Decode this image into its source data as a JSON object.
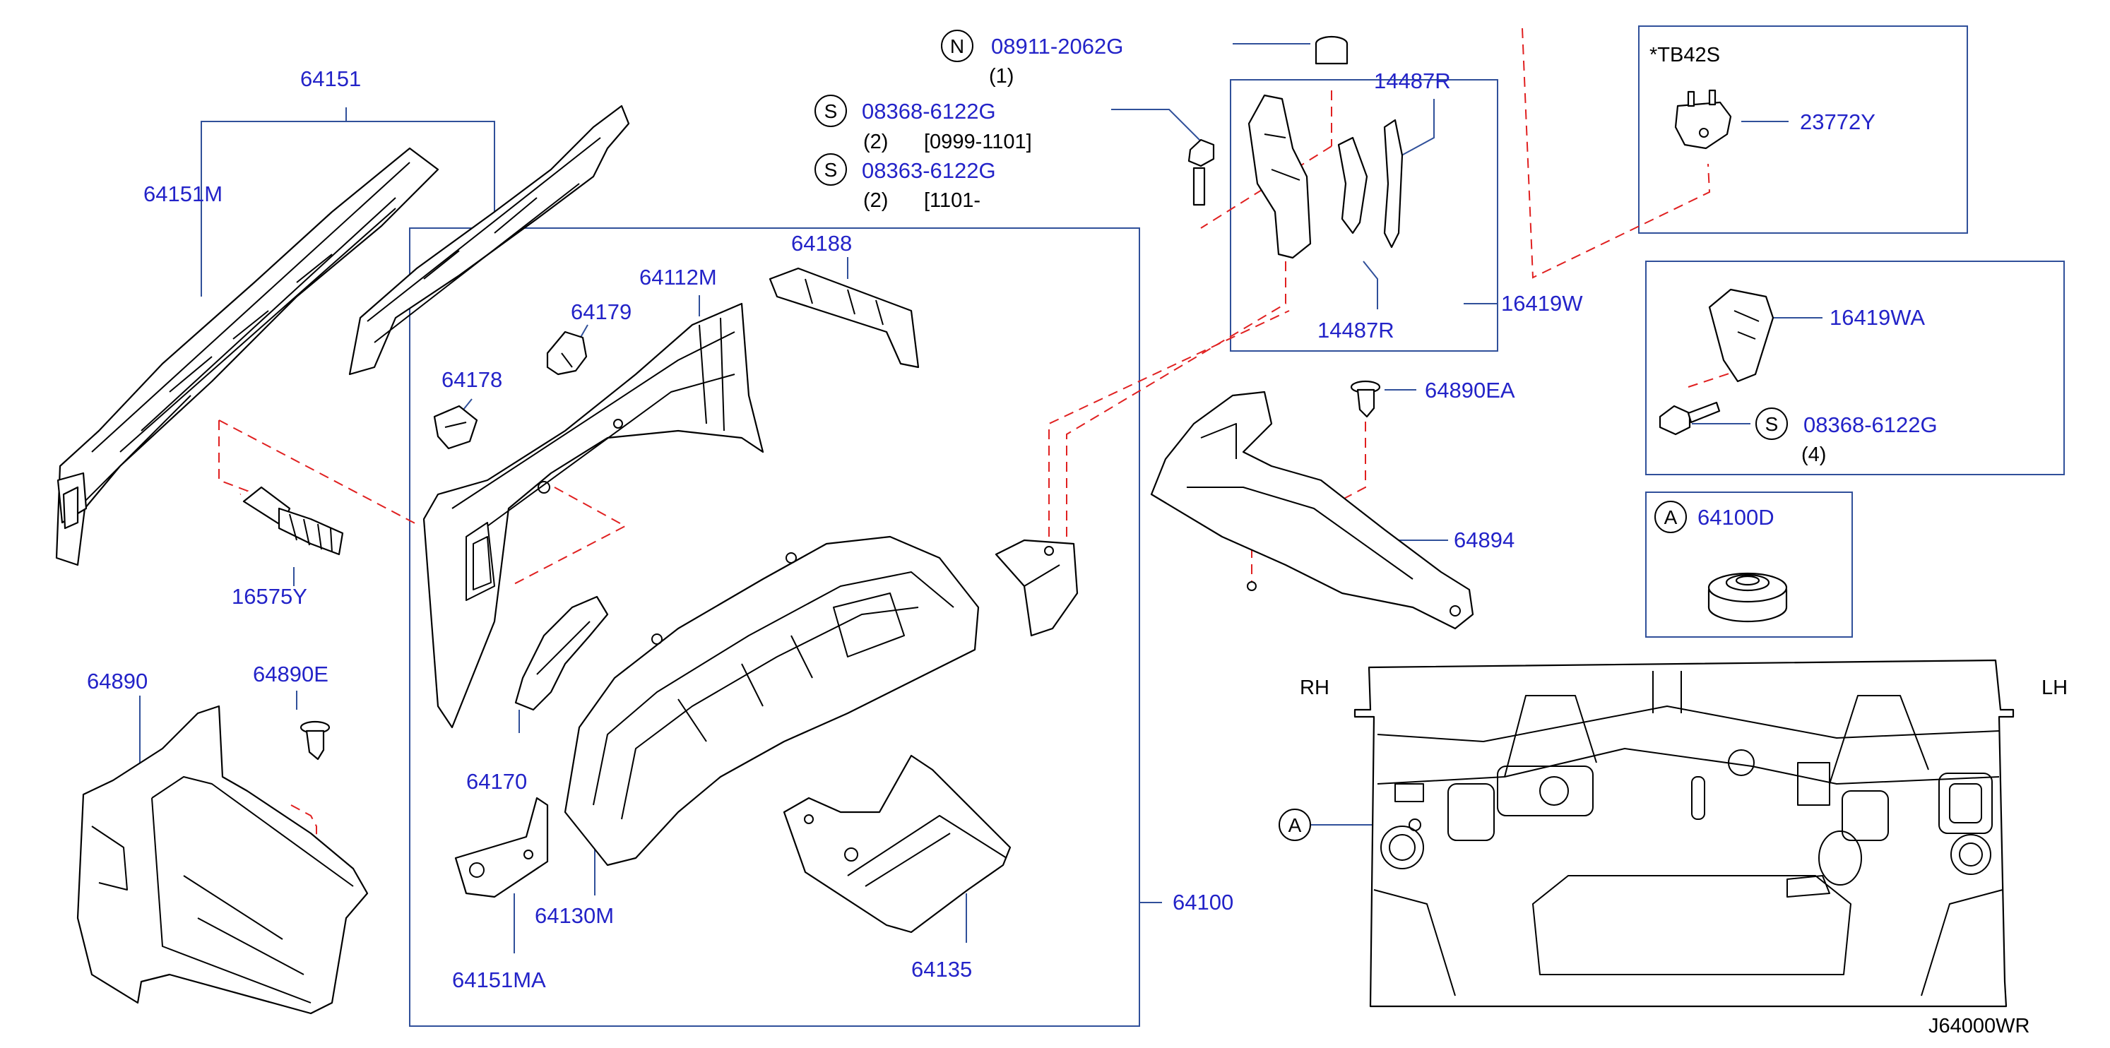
{
  "diagram_id": "J64000WR",
  "side_labels": {
    "left": "RH",
    "right": "LH"
  },
  "callouts": [
    {
      "part": "64151"
    },
    {
      "part": "64151M"
    },
    {
      "part": "16575Y"
    },
    {
      "part": "64890"
    },
    {
      "part": "64890E"
    },
    {
      "part": "64112M"
    },
    {
      "part": "64179"
    },
    {
      "part": "64178"
    },
    {
      "part": "64188"
    },
    {
      "part": "64170"
    },
    {
      "part": "64130M"
    },
    {
      "part": "64151MA"
    },
    {
      "part": "64135"
    },
    {
      "part": "64100"
    },
    {
      "part": "14487R"
    },
    {
      "part": "14487R"
    },
    {
      "part": "16419W"
    },
    {
      "part": "64890EA"
    },
    {
      "part": "64894"
    },
    {
      "part": "23772Y"
    },
    {
      "part": "16419WA"
    },
    {
      "part": "64100D"
    }
  ],
  "fasteners": [
    {
      "symbol": "N",
      "part": "08911-2062G",
      "qty": "(1)",
      "range": ""
    },
    {
      "symbol": "S",
      "part": "08368-6122G",
      "qty": "(2)",
      "range": "[0999-1101]"
    },
    {
      "symbol": "S",
      "part": "08363-6122G",
      "qty": "(2)",
      "range": "[1101-"
    },
    {
      "symbol": "S",
      "part": "08368-6122G",
      "qty": "(4)",
      "range": ""
    }
  ],
  "engine_note": "*TB42S",
  "ref_markers": [
    {
      "symbol": "A",
      "part": "64100D"
    },
    {
      "symbol": "A"
    }
  ]
}
